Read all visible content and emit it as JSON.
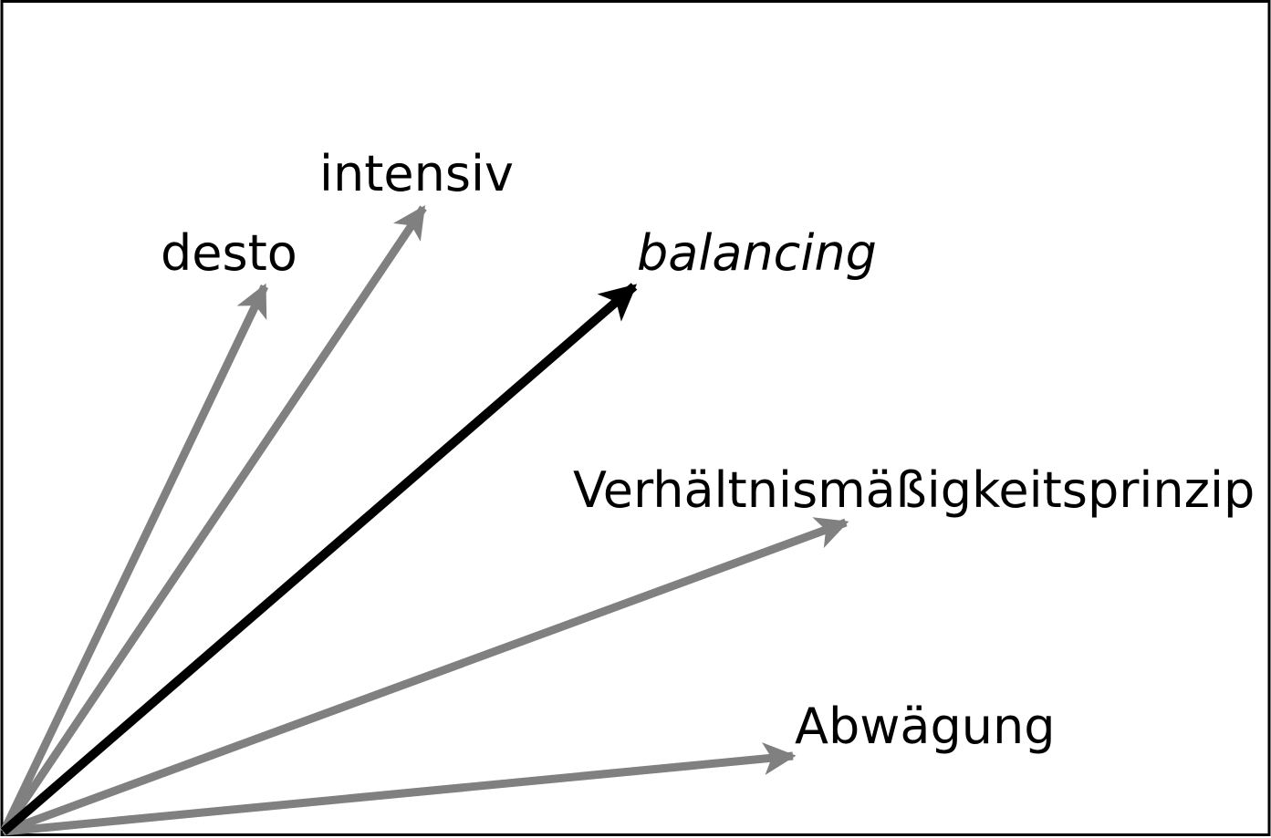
{
  "diagram": {
    "source_word": {
      "text": "balancing",
      "italic": true,
      "color": "#000000"
    },
    "target_words": [
      {
        "text": "desto",
        "color": "#808080"
      },
      {
        "text": "intensiv",
        "color": "#808080"
      },
      {
        "text": "Verhältnismäßigkeitsprinzip",
        "color": "#808080"
      },
      {
        "text": "Abwägung",
        "color": "#808080"
      }
    ],
    "colors": {
      "highlight": "#000000",
      "neighbor": "#808080",
      "frame": "#000000",
      "background": "#ffffff"
    }
  }
}
